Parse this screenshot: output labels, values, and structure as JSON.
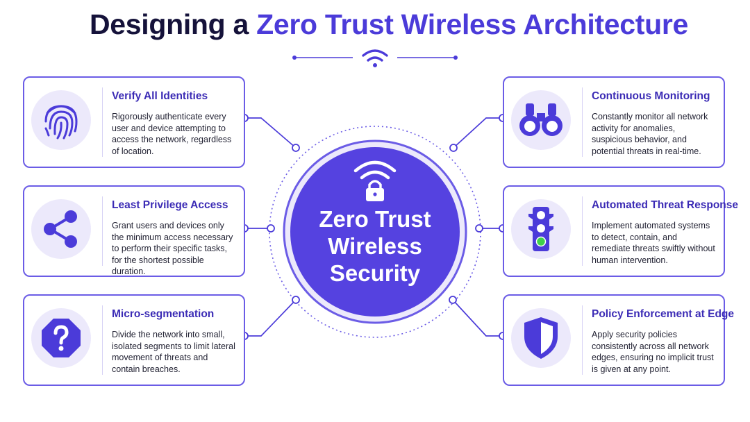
{
  "title": {
    "prefix": "Designing a ",
    "accent": "Zero Trust Wireless Architecture"
  },
  "center": {
    "line1": "Zero Trust",
    "line2": "Wireless",
    "line3": "Security"
  },
  "colors": {
    "accent": "#4b3bd9",
    "hub": "#5542e0",
    "card_border": "#6b5ce6",
    "icon_bg": "#ece9fb",
    "status_green": "#3fd14a"
  },
  "cards": [
    {
      "title": "Verify All Identities",
      "desc": "Rigorously authenticate every user and device attempting to access the network, regardless of location.",
      "icon": "fingerprint-icon"
    },
    {
      "title": "Least Privilege Access",
      "desc": "Grant users and devices only the minimum access necessary to perform their specific tasks, for the shortest possible duration.",
      "icon": "share-nodes-icon"
    },
    {
      "title": "Micro-segmentation",
      "desc": "Divide the network into small, isolated segments to limit lateral movement of threats and contain breaches.",
      "icon": "question-octagon-icon"
    },
    {
      "title": "Continuous Monitoring",
      "desc": "Constantly monitor all network activity for anomalies, suspicious behavior, and potential threats in real-time.",
      "icon": "binoculars-icon"
    },
    {
      "title": "Automated Threat Response",
      "desc": "Implement automated systems to detect, contain, and remediate threats swiftly without human intervention.",
      "icon": "traffic-light-icon"
    },
    {
      "title": "Policy Enforcement at Edge",
      "desc": "Apply security policies consistently across all network edges, ensuring no implicit trust is given at any point.",
      "icon": "shield-icon"
    }
  ]
}
